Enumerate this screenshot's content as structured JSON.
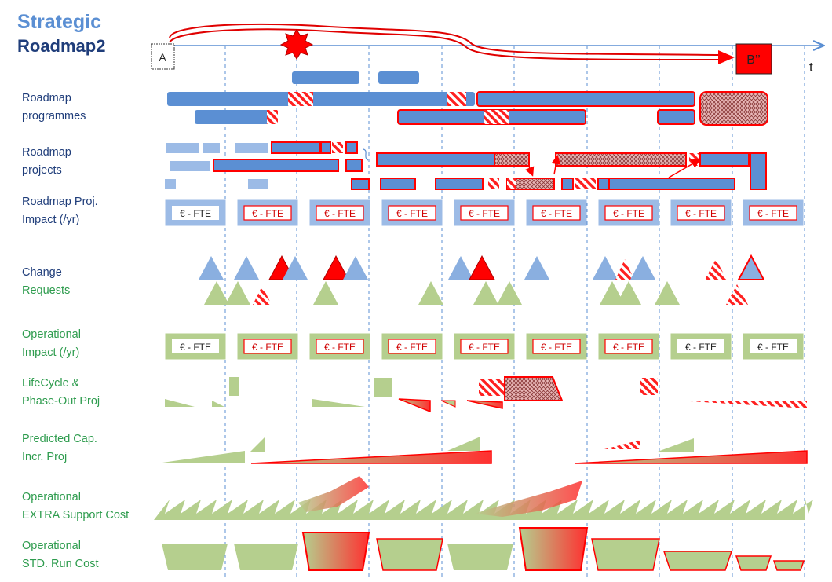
{
  "title": {
    "line1": "Strategic",
    "line2": "Roadmap2"
  },
  "timeline": {
    "start_label": "A",
    "end_label": "B’’",
    "axis_label": "t"
  },
  "rows": [
    {
      "key": "programmes",
      "line1": "Roadmap",
      "line2": "programmes"
    },
    {
      "key": "projects",
      "line1": "Roadmap",
      "line2": "projects"
    },
    {
      "key": "proj_impact",
      "line1": "Roadmap Proj.",
      "line2": "Impact (/yr)"
    },
    {
      "key": "change",
      "line1": "Change",
      "line2": "Requests"
    },
    {
      "key": "op_impact",
      "line1": "Operational",
      "line2": "Impact (/yr)"
    },
    {
      "key": "lifecycle",
      "line1": "LifeCycle &",
      "line2": "Phase-Out Proj"
    },
    {
      "key": "capacity",
      "line1": "Predicted Cap.",
      "line2": "Incr. Proj"
    },
    {
      "key": "extra",
      "line1": "Operational",
      "line2": "EXTRA Support Cost"
    },
    {
      "key": "run",
      "line1": "Operational",
      "line2": "STD.  Run Cost"
    }
  ],
  "impact_box_label": "€ - FTE",
  "colors": {
    "blue": "#5b8fd3",
    "light_blue": "#9cbbe6",
    "red": "#ff0000",
    "green": "#b5cf8e",
    "dark_text": "#1f3d7a",
    "green_text": "#2e9c4e"
  }
}
